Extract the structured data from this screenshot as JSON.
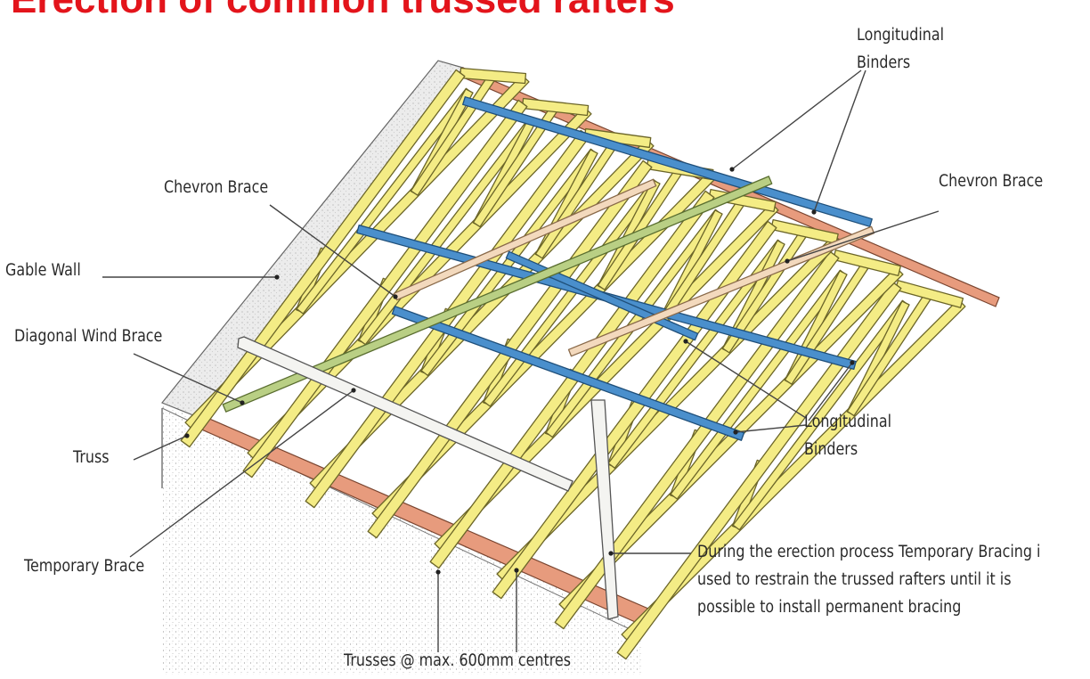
{
  "title": "Erection of common trussed rafters",
  "labels": {
    "longitudinal_binders_top": [
      "Longitudinal",
      "Binders"
    ],
    "chevron_brace_left": "Chevron Brace",
    "chevron_brace_right": "Chevron Brace",
    "gable_wall": "Gable Wall",
    "diagonal_wind_brace": "Diagonal Wind Brace",
    "truss": "Truss",
    "temporary_brace": "Temporary Brace",
    "longitudinal_binders_bottom": [
      "Longitudinal",
      "Binders"
    ],
    "note": [
      "During the erection process Temporary Bracing i",
      "used to restrain the trussed rafters until it is",
      "possible to install permanent bracing"
    ],
    "trusses_spacing": "Trusses @ max. 600mm centres"
  },
  "colors": {
    "title": "#e3141b",
    "truss": "#f4ec85",
    "truss_outline": "#6b6528",
    "binder": "#4a8fcc",
    "chevron_brace": "#f3d9bd",
    "wind_brace": "#b9cf84",
    "wall_plate": "#e79b7d",
    "gable_wall": "#e9e9e9",
    "temporary_brace": "#f3f3f0"
  }
}
